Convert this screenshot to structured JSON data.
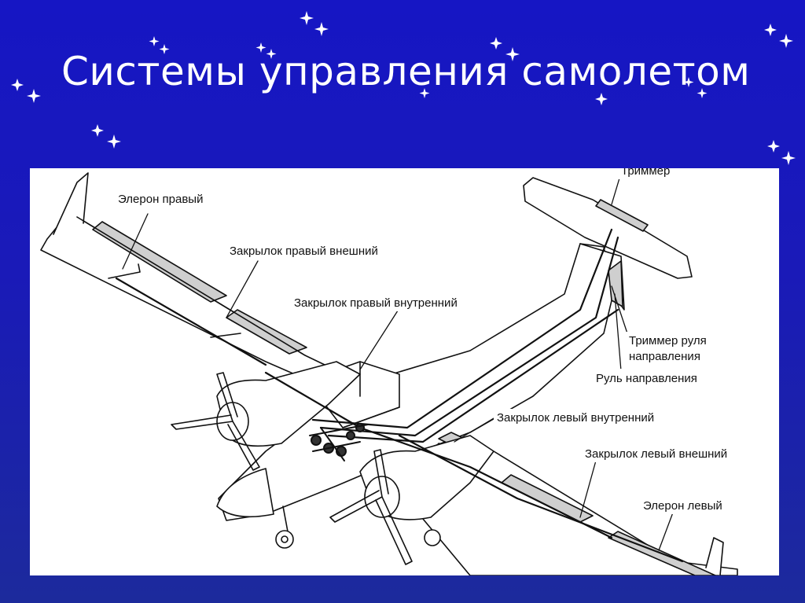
{
  "slide": {
    "title": "Системы управления самолетом",
    "background_color": "#1616c4",
    "panel_color": "#ffffff"
  },
  "diagram": {
    "labels": [
      {
        "id": "aileron-right",
        "text": "Элерон правый"
      },
      {
        "id": "flap-right-outer",
        "text": "Закрылок правый внешний"
      },
      {
        "id": "flap-right-inner",
        "text": "Закрылок правый внутренний"
      },
      {
        "id": "trimmer",
        "text": "Триммер"
      },
      {
        "id": "rudder-trimmer-1",
        "text": "Триммер руля"
      },
      {
        "id": "rudder-trimmer-2",
        "text": "направления"
      },
      {
        "id": "rudder",
        "text": "Руль направления"
      },
      {
        "id": "flap-left-inner",
        "text": "Закрылок левый внутренний"
      },
      {
        "id": "flap-left-outer",
        "text": "Закрылок левый внешний"
      },
      {
        "id": "aileron-left",
        "text": "Элерон левый"
      }
    ]
  }
}
